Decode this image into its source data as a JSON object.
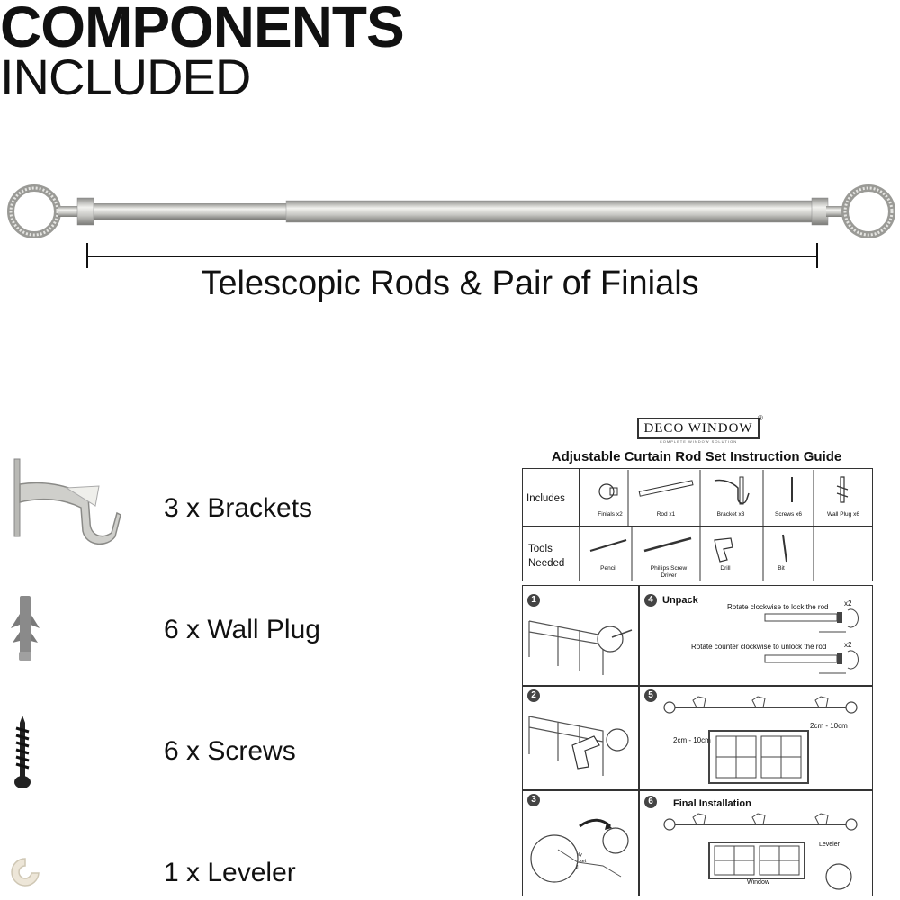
{
  "header": {
    "title_line1": "COMPONENTS",
    "title_line2": "INCLUDED"
  },
  "rod": {
    "caption": "Telescopic Rods & Pair of Finials",
    "colors": {
      "metal": "#c9c9c6",
      "dark_metal": "#8d8d8a"
    }
  },
  "components": [
    {
      "label": "3 x Brackets",
      "icon": "bracket-icon"
    },
    {
      "label": "6 x Wall Plug",
      "icon": "wall-plug-icon"
    },
    {
      "label": "6 x Screws",
      "icon": "screw-icon"
    },
    {
      "label": "1 x Leveler",
      "icon": "leveler-icon"
    }
  ],
  "guide": {
    "brand": "DECO WINDOW",
    "brand_reg": "®",
    "brand_sub": "COMPLETE WINDOW SOLUTION",
    "title": "Adjustable Curtain Rod Set Instruction Guide",
    "includes_label": "Includes",
    "includes": [
      "Finials x2",
      "Rod x1",
      "Bracket x3",
      "Screws x6",
      "Wall Plug x6"
    ],
    "tools_label_1": "Tools",
    "tools_label_2": "Needed",
    "tools": [
      "Pencil",
      "Phillips Screw",
      "Driver",
      "Drill",
      "Bit"
    ],
    "steps": {
      "s1": "1",
      "s2": "2",
      "s3": "3",
      "s4": "4",
      "s5": "5",
      "s6": "6",
      "unpack": "Unpack",
      "lock_text": "Rotate clockwise to lock the rod",
      "unlock_text": "Rotate counter clockwise to unlock the rod",
      "x2": "x2",
      "dist_a": "2cm - 10cm",
      "dist_b": "2cm - 10cm",
      "screw_note_1": "Screw for firmly",
      "screw_note_2": "holding the bracket",
      "screw_note_3": "into the wall",
      "final": "Final Installation",
      "leveler": "Leveler",
      "window": "Window"
    }
  }
}
